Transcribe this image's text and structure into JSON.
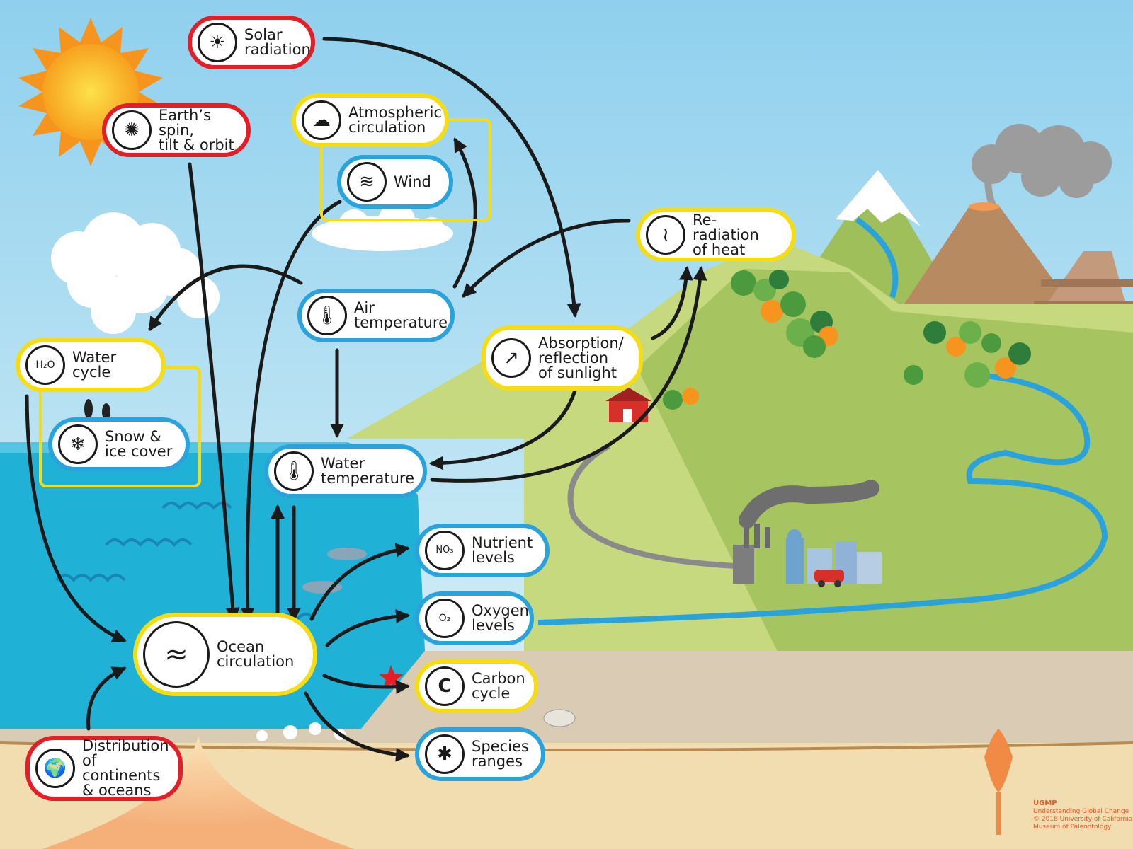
{
  "nodes": {
    "solar_radiation": {
      "label": "Solar\nradiation",
      "icon": "sun-icon"
    },
    "earth_spin": {
      "label": "Earth’s spin,\ntilt & orbit",
      "icon": "orbit-icon"
    },
    "atmospheric_circulation": {
      "label": "Atmospheric\ncirculation",
      "icon": "cloud-cycle-icon"
    },
    "wind": {
      "label": "Wind",
      "icon": "wind-icon"
    },
    "air_temperature": {
      "label": "Air\ntemperature",
      "icon": "thermometer-icon"
    },
    "reradiation": {
      "label": "Re-radiation\nof heat",
      "icon": "heat-waves-icon"
    },
    "absorption": {
      "label": "Absorption/\nreflection\nof sunlight",
      "icon": "reflection-icon"
    },
    "water_cycle": {
      "label": "Water cycle",
      "icon": "h2o-cycle-icon",
      "icon_text": "H₂O"
    },
    "snow_ice": {
      "label": "Snow &\nice cover",
      "icon": "penguin-icon"
    },
    "water_temperature": {
      "label": "Water\ntemperature",
      "icon": "thermometer-icon"
    },
    "ocean_circulation": {
      "label": "Ocean\ncirculation",
      "icon": "ocean-cycle-icon"
    },
    "nutrient_levels": {
      "label": "Nutrient\nlevels",
      "icon": "nitrate-icon",
      "icon_text": "NO₃"
    },
    "oxygen_levels": {
      "label": "Oxygen\nlevels",
      "icon": "oxygen-icon",
      "icon_text": "O₂"
    },
    "carbon_cycle": {
      "label": "Carbon\ncycle",
      "icon": "carbon-cycle-icon",
      "icon_text": "C"
    },
    "species_ranges": {
      "label": "Species\nranges",
      "icon": "beetle-icon"
    },
    "distribution_continents": {
      "label": "Distribution\nof continents\n& oceans",
      "icon": "globe-icon"
    }
  },
  "colors": {
    "causes": "#e41e26",
    "systems": "#f6dd13",
    "components": "#2aa3dc",
    "arrow": "#1a1a1a"
  },
  "credit": {
    "org": "UGMP",
    "line1": "Understanding Global Change",
    "line2": "© 2018 University of California",
    "line3": "Museum of Paleontology"
  }
}
